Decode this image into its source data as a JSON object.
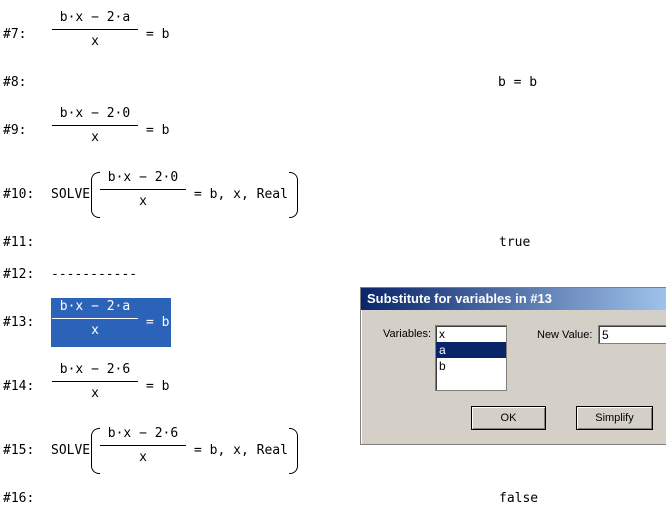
{
  "lines": [
    {
      "label": "#7:",
      "num": "b·x − 2·a",
      "den": "x",
      "rhs": "= b"
    },
    {
      "label": "#8:",
      "result": "b = b"
    },
    {
      "label": "#9:",
      "num": "b·x − 2·0",
      "den": "x",
      "rhs": "= b"
    },
    {
      "label": "#10:",
      "fn": "SOLVE",
      "num": "b·x − 2·0",
      "den": "x",
      "rhs": "= b, x, Real"
    },
    {
      "label": "#11:",
      "result": "true"
    },
    {
      "label": "#12:",
      "dashes": "-----------"
    },
    {
      "label": "#13:",
      "num": "b·x − 2·a",
      "den": "x",
      "rhs": "= b"
    },
    {
      "label": "#14:",
      "num": "b·x − 2·6",
      "den": "x",
      "rhs": "= b"
    },
    {
      "label": "#15:",
      "fn": "SOLVE",
      "num": "b·x − 2·6",
      "den": "x",
      "rhs": "= b, x, Real"
    },
    {
      "label": "#16:",
      "result": "false"
    }
  ],
  "dialog": {
    "title": "Substitute for variables in #13",
    "variables_label": "Variables:",
    "variables": [
      "x",
      "a",
      "b"
    ],
    "selected_variable": "a",
    "new_value_label": "New Value:",
    "new_value": "5",
    "ok_label": "OK",
    "simplify_label": "Simplify"
  }
}
